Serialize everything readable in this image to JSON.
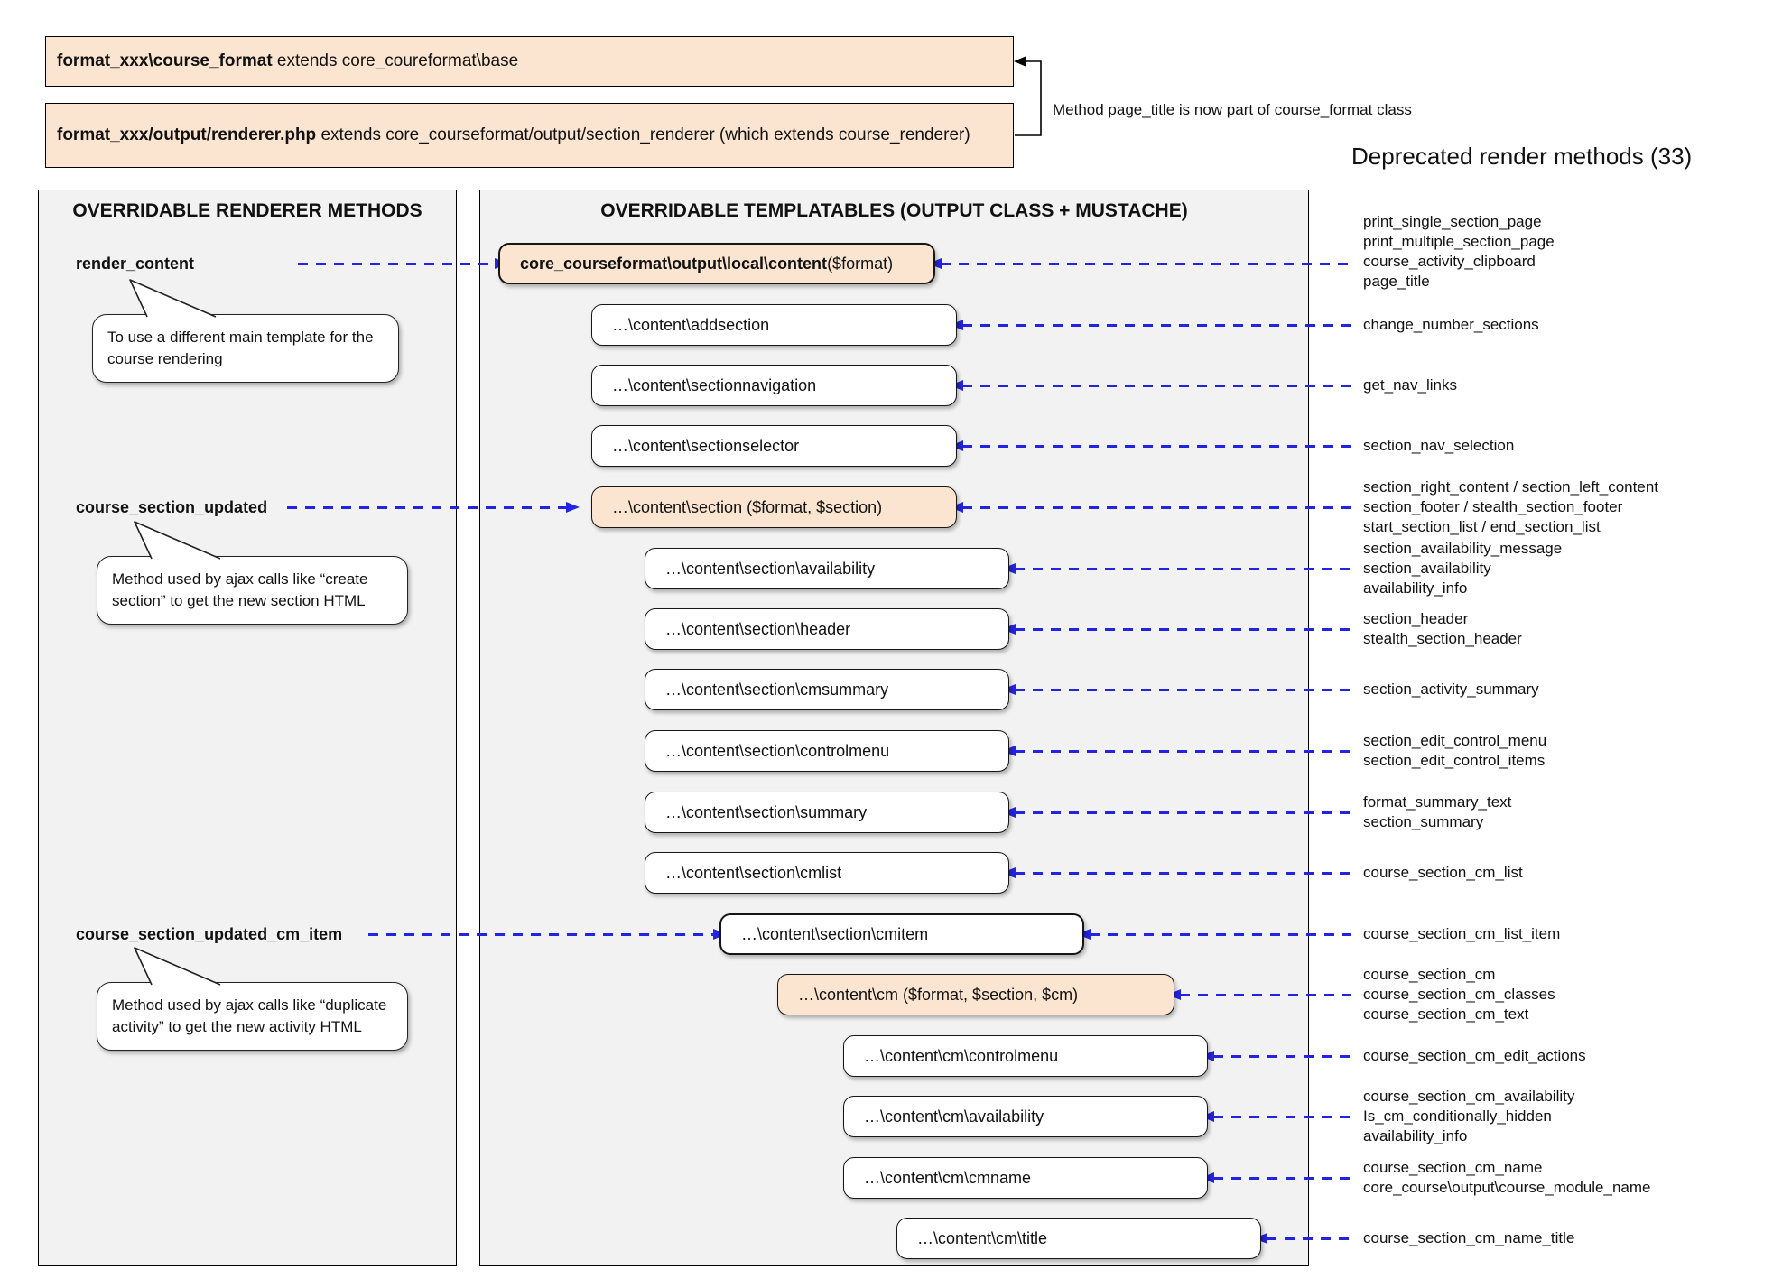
{
  "top": {
    "box1": {
      "bold": "format_xxx\\course_format",
      "rest": " extends core_coureformat\\base"
    },
    "box2": {
      "bold": "format_xxx/output/renderer.php",
      "rest": " extends core_courseformat/output/section_renderer (which extends course_renderer)"
    },
    "bracket_note": "Method page_title is now part of course_format class",
    "deprecated_title": "Deprecated render methods (33)"
  },
  "left_panel": {
    "title": "OVERRIDABLE RENDERER METHODS",
    "methods": [
      {
        "label": "render_content",
        "note": "To use a different main template for the course rendering"
      },
      {
        "label": "course_section_updated",
        "note": "Method used by ajax calls like “create section” to get the new section HTML"
      },
      {
        "label": "course_section_updated_cm_item",
        "note": "Method used by ajax calls like “duplicate activity” to get the new activity HTML"
      }
    ]
  },
  "middle_panel": {
    "title": "OVERRIDABLE TEMPLATABLES (OUTPUT CLASS + MUSTACHE)",
    "boxes": [
      {
        "bold": "core_courseformat\\output\\local\\content",
        "rest": " ($format)"
      },
      {
        "text": "…\\content\\addsection"
      },
      {
        "text": "…\\content\\sectionnavigation"
      },
      {
        "text": "…\\content\\sectionselector"
      },
      {
        "text": "…\\content\\section ($format, $section)"
      },
      {
        "text": "…\\content\\section\\availability"
      },
      {
        "text": "…\\content\\section\\header"
      },
      {
        "text": "…\\content\\section\\cmsummary"
      },
      {
        "text": "…\\content\\section\\controlmenu"
      },
      {
        "text": "…\\content\\section\\summary"
      },
      {
        "text": "…\\content\\section\\cmlist"
      },
      {
        "text": "…\\content\\section\\cmitem"
      },
      {
        "text": "…\\content\\cm ($format, $section, $cm)"
      },
      {
        "text": "…\\content\\cm\\controlmenu"
      },
      {
        "text": "…\\content\\cm\\availability"
      },
      {
        "text": "…\\content\\cm\\cmname"
      },
      {
        "text": "…\\content\\cm\\title"
      }
    ]
  },
  "deprecated_list": {
    "groups": [
      {
        "lines": [
          "print_single_section_page",
          "print_multiple_section_page",
          "course_activity_clipboard",
          "page_title"
        ]
      },
      {
        "lines": [
          "change_number_sections"
        ]
      },
      {
        "lines": [
          "get_nav_links"
        ]
      },
      {
        "lines": [
          "section_nav_selection"
        ]
      },
      {
        "lines": [
          "section_right_content / section_left_content",
          "section_footer / stealth_section_footer",
          "start_section_list / end_section_list"
        ]
      },
      {
        "lines": [
          "section_availability_message",
          "section_availability",
          "availability_info"
        ]
      },
      {
        "lines": [
          "section_header",
          "stealth_section_header"
        ]
      },
      {
        "lines": [
          "section_activity_summary"
        ]
      },
      {
        "lines": [
          "section_edit_control_menu",
          "section_edit_control_items"
        ]
      },
      {
        "lines": [
          "format_summary_text",
          "section_summary"
        ]
      },
      {
        "lines": [
          "course_section_cm_list"
        ]
      },
      {
        "lines": [
          "course_section_cm_list_item"
        ]
      },
      {
        "lines": [
          "course_section_cm",
          "course_section_cm_classes",
          "course_section_cm_text"
        ]
      },
      {
        "lines": [
          "course_section_cm_edit_actions"
        ]
      },
      {
        "lines": [
          "course_section_cm_availability",
          "Is_cm_conditionally_hidden",
          "availability_info"
        ]
      },
      {
        "lines": [
          "course_section_cm_name",
          "core_course\\output\\course_module_name"
        ]
      },
      {
        "lines": [
          "course_section_cm_name_title"
        ]
      }
    ]
  }
}
